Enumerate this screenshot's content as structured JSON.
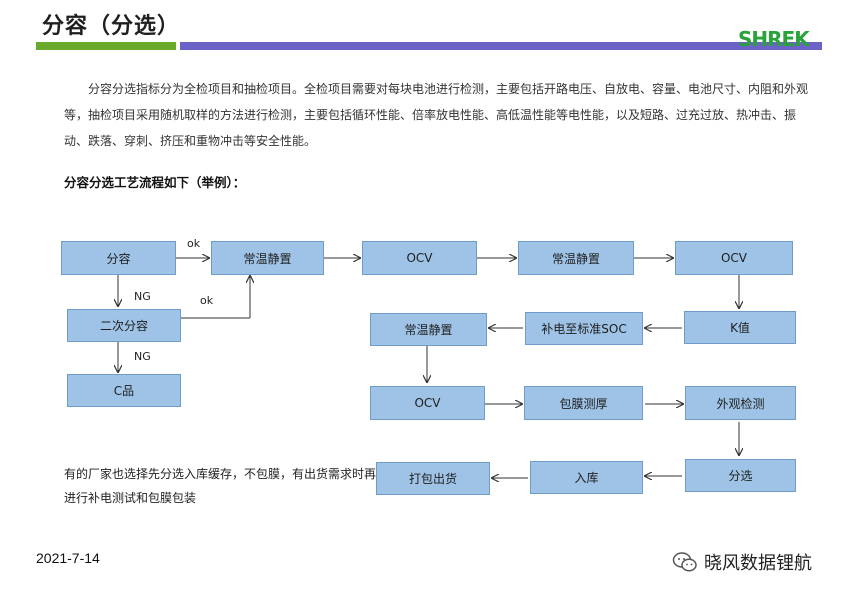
{
  "header": {
    "title": "分容（分选）",
    "logo": "SHREK"
  },
  "intro": "分容分选指标分为全检项目和抽检项目。全检项目需要对每块电池进行检测，主要包括开路电压、自放电、容量、电池尺寸、内阻和外观等，抽检项目采用随机取样的方法进行检测，主要包括循环性能、倍率放电性能、高低温性能等电性能，以及短路、过充过放、热冲击、振动、跌落、穿刺、挤压和重物冲击等安全性能。",
  "subtitle": "分容分选工艺流程如下（举例）：",
  "flow": {
    "n1": "分容",
    "n2": "常温静置",
    "n3": "OCV",
    "n4": "常温静置",
    "n5": "OCV",
    "n6": "二次分容",
    "n7": "C品",
    "n8": "常温静置",
    "n9": "补电至标准SOC",
    "n10": "K值",
    "n11": "OCV",
    "n12": "包膜测厚",
    "n13": "外观检测",
    "n14": "打包出货",
    "n15": "入库",
    "n16": "分选",
    "edge_ok_1": "ok",
    "edge_ok_2": "ok",
    "edge_ng_1": "NG",
    "edge_ng_2": "NG"
  },
  "note": "有的厂家也选择先分选入库缓存，不包膜，有出货需求时再进行补电测试和包膜包装",
  "footer": {
    "date": "2021-7-14",
    "watermark": "晓风数据锂航"
  },
  "colors": {
    "node_fill": "#9ec3e6",
    "bar_green": "#6aaa2a",
    "bar_purple": "#6b63c8",
    "logo": "#2aa23a"
  }
}
